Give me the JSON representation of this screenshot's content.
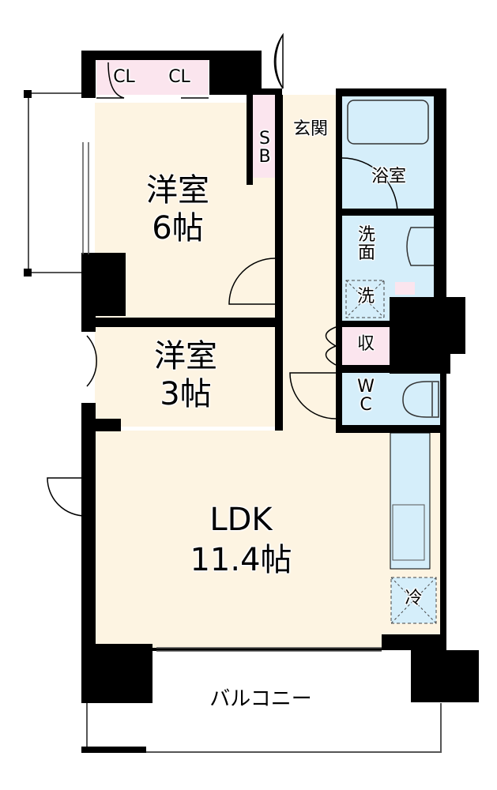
{
  "plan": {
    "type": "1LDK+S floor plan",
    "colors": {
      "wall": "#000000",
      "living_floor": "#fdf4e2",
      "wet_area": "#d5eefa",
      "storage": "#fbe5ee",
      "outside": "#ffffff"
    },
    "rooms": {
      "western_6": {
        "name": "洋室",
        "size": "6帖"
      },
      "western_3": {
        "name": "洋室",
        "size": "3帖"
      },
      "ldk": {
        "name": "LDK",
        "size": "11.4帖"
      },
      "entrance": {
        "name": "玄関"
      },
      "bath": {
        "name": "浴室"
      },
      "washroom": {
        "name": "洗\n面"
      },
      "washer": {
        "name": "洗"
      },
      "storage": {
        "name": "収"
      },
      "wc": {
        "name": "W\nC"
      },
      "fridge": {
        "name": "冷"
      },
      "shoe_box": {
        "name": "S\nB"
      },
      "closet_1": {
        "name": "CL"
      },
      "closet_2": {
        "name": "CL"
      },
      "balcony": {
        "name": "バルコニー"
      }
    }
  }
}
